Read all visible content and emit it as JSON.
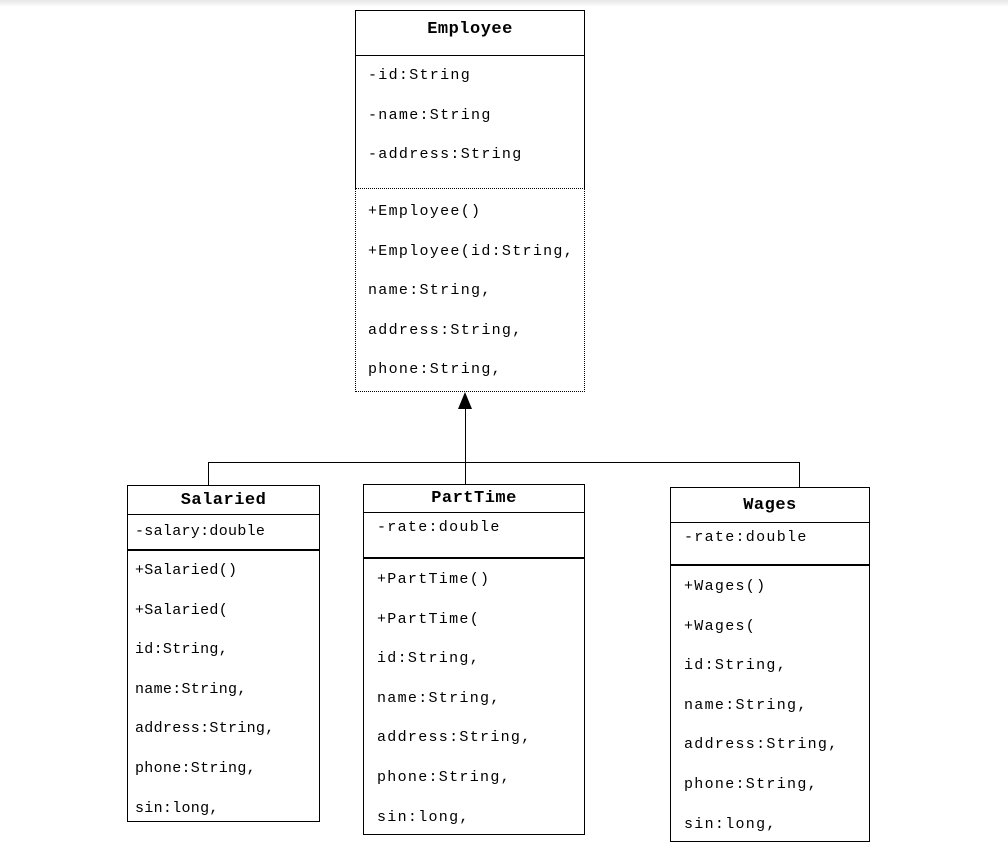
{
  "diagram": {
    "type": "uml-class-diagram",
    "relationship": {
      "kind": "generalization",
      "parent": "Employee",
      "children": [
        "Salaried",
        "PartTime",
        "Wages"
      ]
    },
    "colors": {
      "line": "#000000",
      "text": "#000000",
      "background": "#ffffff",
      "page_top_shade": "#e6e6e6"
    },
    "classes": [
      {
        "name": "Employee",
        "attributes": [
          "-id:String",
          "-name:String",
          "-address:String"
        ],
        "methods": [
          "+Employee()",
          "+Employee(id:String,",
          "name:String,",
          "address:String,",
          "phone:String,"
        ]
      },
      {
        "name": "Salaried",
        "attributes": [
          "-salary:double"
        ],
        "methods": [
          "+Salaried()",
          "+Salaried(",
          "id:String,",
          "name:String,",
          "address:String,",
          "phone:String,",
          "sin:long,"
        ]
      },
      {
        "name": "PartTime",
        "attributes": [
          "-rate:double"
        ],
        "methods": [
          "+PartTime()",
          "+PartTime(",
          "id:String,",
          "name:String,",
          "address:String,",
          "phone:String,",
          "sin:long,"
        ]
      },
      {
        "name": "Wages",
        "attributes": [
          "-rate:double"
        ],
        "methods": [
          "+Wages()",
          "+Wages(",
          "id:String,",
          "name:String,",
          "address:String,",
          "phone:String,",
          "sin:long,"
        ]
      }
    ]
  }
}
